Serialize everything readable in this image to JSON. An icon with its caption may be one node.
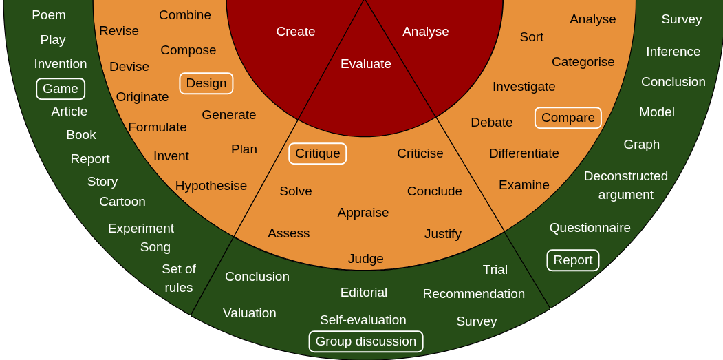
{
  "diagram": {
    "nodes": [
      {
        "text": [
          "Create"
        ]
      },
      {
        "text": [
          "Analyse"
        ]
      },
      {
        "text": [
          "Evaluate"
        ]
      },
      {
        "text": [
          "Combine",
          "Revise",
          "Compose",
          "Devise",
          "Originate",
          "Generate",
          "Formulate",
          "Plan",
          "Invent",
          "Hypothesise"
        ]
      },
      {
        "text": [
          "Design"
        ],
        "in": 3
      },
      {
        "text": [
          "Criticise",
          "Solve",
          "Conclude",
          "Appraise",
          "Assess",
          "Justify",
          "Judge"
        ]
      },
      {
        "text": [
          "Critique"
        ],
        "in": 5
      },
      {
        "text": [
          "Analyse",
          "Sort",
          "Categorise",
          "Investigate",
          "Debate",
          "Differentiate",
          "Examine"
        ]
      },
      {
        "text": [
          "Compare"
        ],
        "in": 7
      },
      {
        "text": [
          "Poem",
          "Play",
          "Invention",
          "Article",
          "Book",
          "Report",
          "Story",
          "Cartoon",
          "Experiment",
          "Song",
          "Set of rules"
        ]
      },
      {
        "text": [
          "Game"
        ],
        "in": 9
      },
      {
        "text": [
          "Trial",
          "Conclusion",
          "Editorial",
          "Recommendation",
          "Valuation",
          "Self-evaluation",
          "Survey"
        ]
      },
      {
        "text": [
          "Group discussion"
        ],
        "in": 11
      },
      {
        "text": [
          "Survey",
          "Inference",
          "Conclusion",
          "Model",
          "Graph",
          "Deconstructed argument",
          "Questionnaire"
        ]
      },
      {
        "text": [
          "Report"
        ],
        "in": 13
      }
    ],
    "edges": []
  }
}
